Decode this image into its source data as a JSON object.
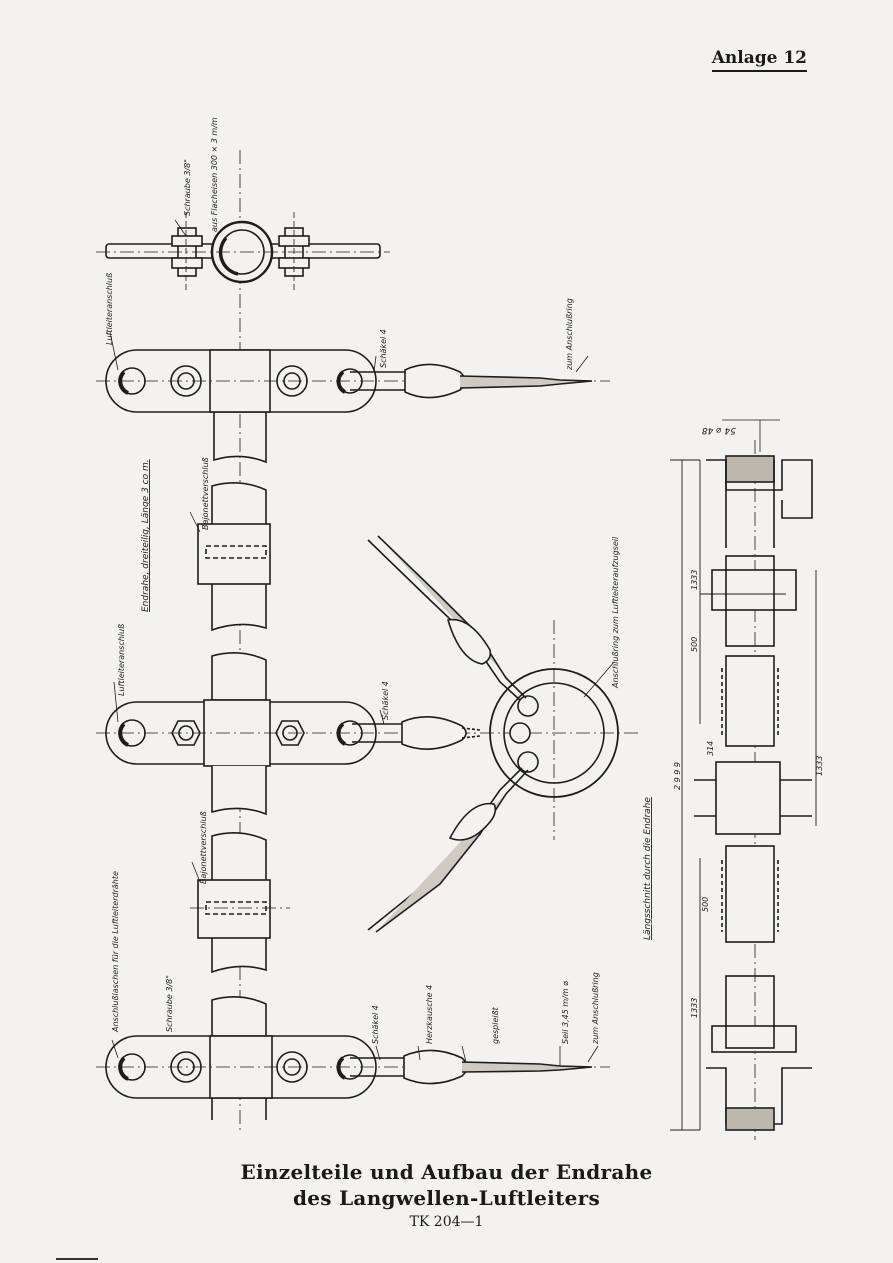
{
  "header": {
    "annex_label": "Anlage 12"
  },
  "title": {
    "line1": "Einzelteile und Aufbau der Endrahe",
    "line2": "des Langwellen-Luftleiters",
    "doc_number": "TK 204—1"
  },
  "labels": {
    "flacheisen": "aus Flacheisen 300 × 3 m/m",
    "schraube_top": "Schraube 3/8\"",
    "luftleiteranschluss_1": "Luftleiteranschluß",
    "schaekel_1": "Schäkel 4",
    "zum_anschlussring_1": "zum Anschlußring",
    "bajonett_1": "Bajonettverschluß",
    "endrahe_note": "Endrahe, dreiteilig, Länge 3 co m.",
    "luftleiteranschluss_2": "Luftleiteranschluß",
    "schaekel_2": "Schäkel 4",
    "anschlussring_note": "Anschlußring zum Luftleiteraufzugseil",
    "bajonett_2": "Bajonettverschluß",
    "anschlusslaschen": "Anschlußlaschen für die Luftleiterdrähte",
    "schraube_bottom": "Schraube 3/8\"",
    "schaekel_3": "Schäkel 4",
    "herzkausche": "Herzkausche 4",
    "gespleisst": "gespleißt",
    "seil": "Seil 3,45 m/m ⌀",
    "zum_anschlussring_2": "zum Anschlußring",
    "laengsschnitt": "Längsschnitt durch die Endrahe"
  },
  "dimensions": {
    "top": "54 ⌀ 48",
    "d1333a": "1333",
    "d500a": "500",
    "d2999": "2 9 9 9",
    "d314": "314",
    "d1333b": "1333",
    "d500b": "500",
    "d1333c": "1333"
  }
}
